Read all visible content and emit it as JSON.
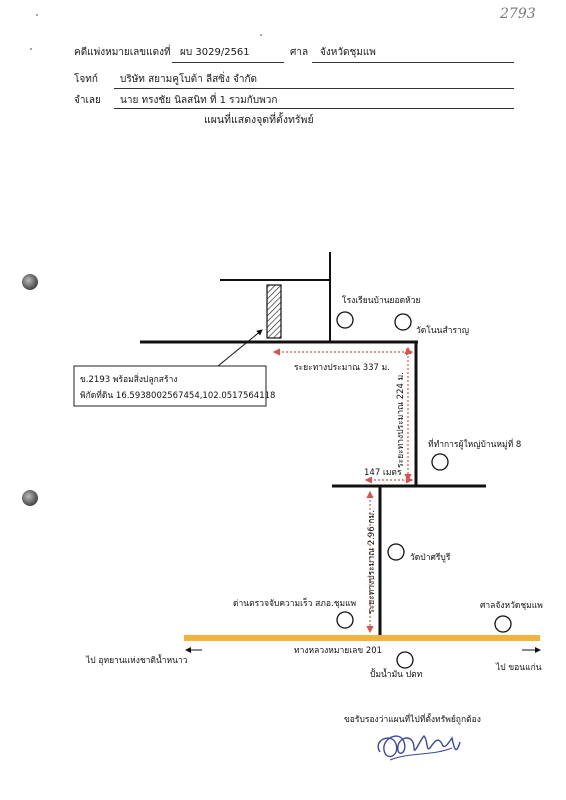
{
  "handwritten_number": "2793",
  "header": {
    "case_label": "คดีแพ่งหมายเลขแดงที่",
    "case_number": "ผบ 3029/2561",
    "court_label": "ศาล",
    "court_name": "จังหวัดชุมแพ",
    "plaintiff_label": "โจทก์",
    "plaintiff_name": "บริษัท สยามคูโบต้า ลีสซิ่ง จำกัด",
    "defendant_label": "จำเลย",
    "defendant_name": "นาย ทรงชัย นิลสนิท ที่ 1 รวมกับพวก"
  },
  "map_title": "แผนที่แสดงจุดที่ตั้งทรัพย์",
  "property_box": {
    "line1": "ข.2193 พร้อมสิ่งปลูกสร้าง",
    "line2": "พิกัดที่ดิน 16.5938002567454,102.0517564118"
  },
  "landmarks": {
    "school": "โรงเรียนบ้านยอดห้วย",
    "temple_nong": "วัดโนนสำราญ",
    "village_head": "ที่ทำการผู้ใหญ่บ้านหมู่ที่ 8",
    "temple_pa": "วัดป่าศรีบูรี",
    "checkpoint": "ด่านตรวจจับความเร็ว สภอ.ชุมแพ",
    "court": "ศาลจังหวัดชุมแพ",
    "gas_station": "ปั้มน้ำมัน ปตท"
  },
  "distances": {
    "d1": "ระยะทางประมาณ 337 ม.",
    "d2": "ระยะทางประมาณ 224 ม.",
    "d3": "147 เมตร",
    "d4": "ระยะทางประมาณ 2.96 กม."
  },
  "highway": {
    "name": "ทางหลวงหมายเลข 201",
    "left_direction": "ไป อุทยานแห่งชาติน้ำหนาว",
    "right_direction": "ไป ขอนแก่น"
  },
  "footer": {
    "certify": "ขอรับรองว่าแผนที่ไปที่ตั้งทรัพย์ถูกต้อง"
  },
  "colors": {
    "highway": "#f0b43c",
    "road": "#111111",
    "measure": "#d9534f"
  }
}
